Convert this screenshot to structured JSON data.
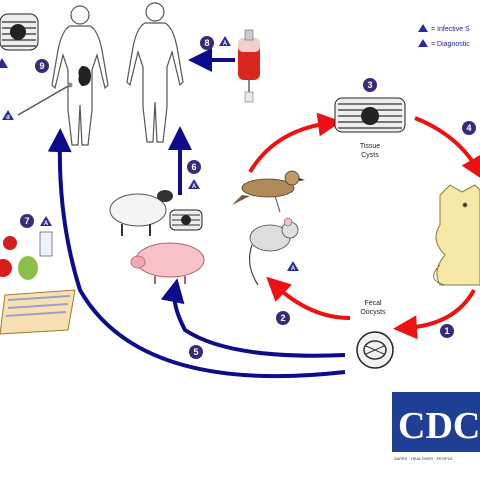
{
  "legend": {
    "infective": "= Infective S",
    "diagnostic": "= Diagnostic"
  },
  "labels": {
    "tissue_cysts_line1": "Tissue",
    "tissue_cysts_line2": "Cysts",
    "fecal_oocysts_line1": "Fecal",
    "fecal_oocysts_line2": "Oocysts"
  },
  "steps": {
    "s1": "1",
    "s2": "2",
    "s3": "3",
    "s4": "4",
    "s5": "5",
    "s6": "6",
    "s7": "7",
    "s8": "8",
    "s9": "9"
  },
  "logo": {
    "text": "CDC",
    "tagline": "SAFER · HEALTHIER · PEOPLE"
  },
  "colors": {
    "red_arrow": "#ee1111",
    "blue_arrow": "#0c0c8c",
    "step_circle": "#3a2a7a",
    "triangle": "#2a2a9a",
    "cdc_blue": "#1e3f94"
  }
}
